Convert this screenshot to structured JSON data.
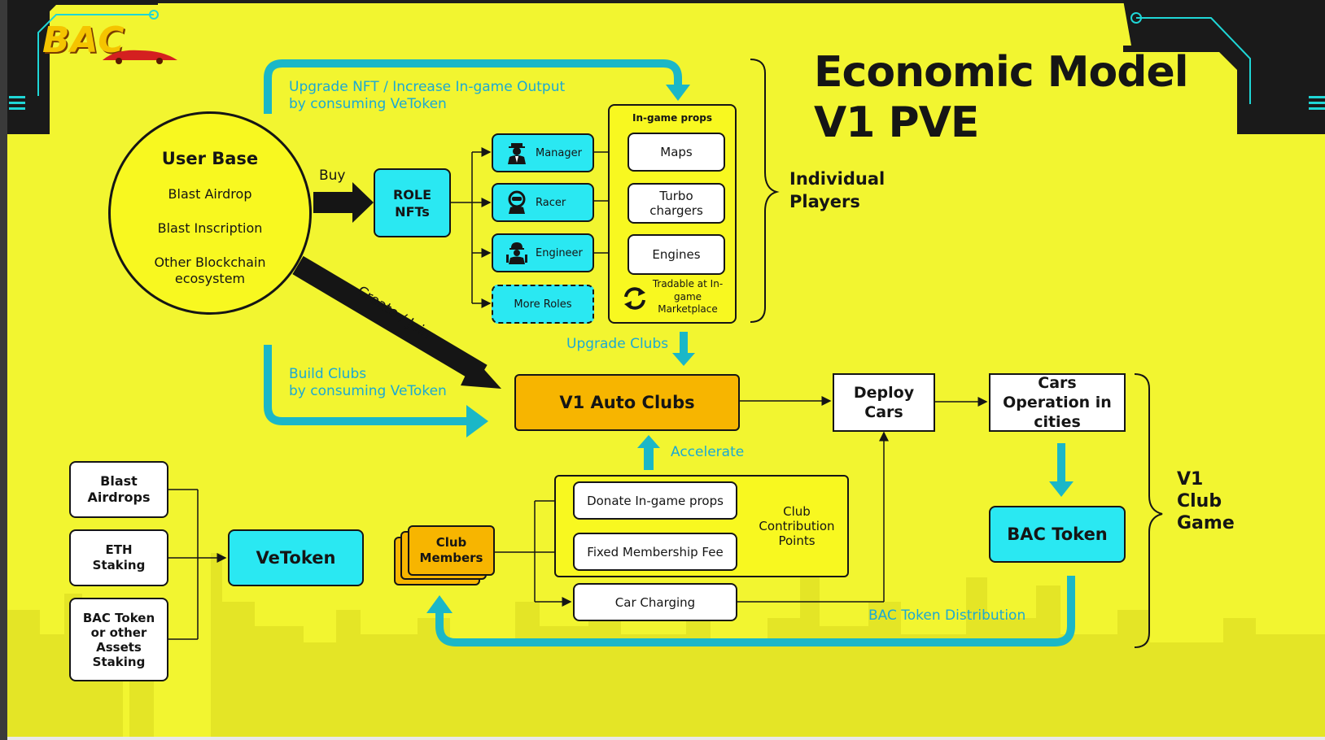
{
  "logo": {
    "text": "BAC"
  },
  "title": {
    "line1": "Economic Model",
    "line2": "V1 PVE"
  },
  "colors": {
    "background": "#f2f530",
    "cyan": "#2ae8f2",
    "orange": "#f7b500",
    "dark": "#151515",
    "arrow_cyan": "#1bb7c7",
    "label_cyan": "#1ba9d4"
  },
  "user_base": {
    "title": "User Base",
    "items": [
      "Blast Airdrop",
      "Blast Inscription",
      "Other Blockchain ecosystem"
    ]
  },
  "edges": {
    "buy": "Buy",
    "create_join": "Create / Join"
  },
  "flows": {
    "upgrade_nft_line1": "Upgrade NFT / Increase In-game Output",
    "upgrade_nft_line2": "by consuming VeToken",
    "build_clubs_line1": "Build Clubs",
    "build_clubs_line2": "by consuming VeToken",
    "upgrade_clubs": "Upgrade Clubs",
    "accelerate": "Accelerate",
    "distribution": "BAC Token Distribution"
  },
  "role_nfts": {
    "line1": "ROLE",
    "line2": "NFTs"
  },
  "roles": [
    {
      "label": "Manager",
      "icon": "manager-icon"
    },
    {
      "label": "Racer",
      "icon": "racer-icon"
    },
    {
      "label": "Engineer",
      "icon": "engineer-icon"
    },
    {
      "label": "More Roles",
      "icon": ""
    }
  ],
  "props": {
    "title": "In-game props",
    "items": [
      "Maps",
      "Turbo chargers",
      "Engines"
    ],
    "tradable": "Tradable at In-game Marketplace",
    "tradable_icon": "refresh-icon"
  },
  "individual_players": {
    "line1": "Individual",
    "line2": "Players"
  },
  "clubs": {
    "label": "V1 Auto Clubs"
  },
  "deploy": {
    "line1": "Deploy",
    "line2": "Cars"
  },
  "cars_op": {
    "line1": "Cars",
    "line2": "Operation in",
    "line3": "cities"
  },
  "bac_token": {
    "label": "BAC Token"
  },
  "club_game": {
    "line1": "V1",
    "line2": "Club",
    "line3": "Game"
  },
  "sources": [
    {
      "line1": "Blast",
      "line2": "Airdrops"
    },
    {
      "line1": "ETH",
      "line2": "Staking"
    },
    {
      "line1": "BAC Token",
      "line2": "or other",
      "line3": "Assets",
      "line4": "Staking"
    }
  ],
  "vetoken": {
    "label": "VeToken"
  },
  "club_members": {
    "line1": "Club",
    "line2": "Members"
  },
  "contributions": {
    "donate": "Donate In-game props",
    "fee": "Fixed Membership Fee",
    "charging": "Car Charging"
  },
  "ccp": {
    "line1": "Club",
    "line2": "Contribution",
    "line3": "Points"
  }
}
